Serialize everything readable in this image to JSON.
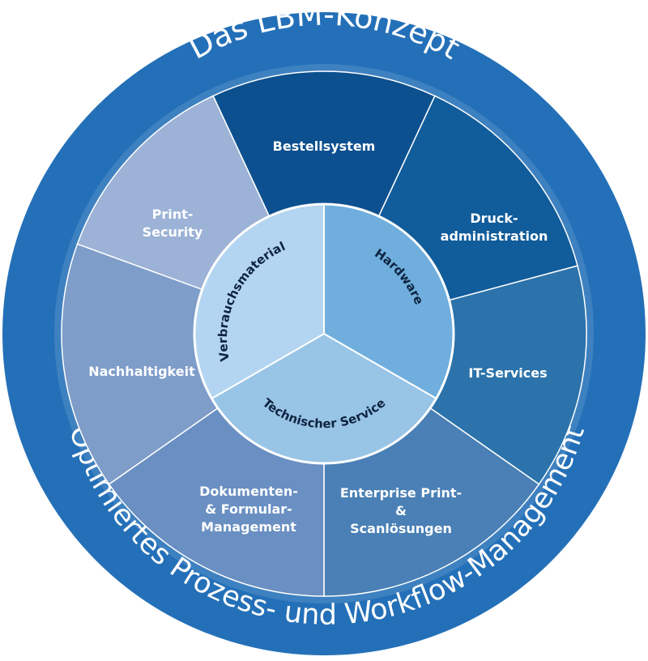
{
  "ring": {
    "top_title": "Das LBM-Konzept",
    "bottom_title": "Optimiertes Prozess- und Workflow-Management"
  },
  "segments": [
    {
      "lines": [
        "Bestellsystem"
      ],
      "color": "#0d508f"
    },
    {
      "lines": [
        "Druck-",
        "administration"
      ],
      "color": "#115c9a"
    },
    {
      "lines": [
        "IT-Services"
      ],
      "color": "#2b73aa"
    },
    {
      "lines": [
        "Enterprise Print-",
        "&",
        "Scanlösungen"
      ],
      "color": "#4a80b5"
    },
    {
      "lines": [
        "Dokumenten-",
        "& Formular-",
        "Management"
      ],
      "color": "#6a8fc2"
    },
    {
      "lines": [
        "Nachhaltigkeit"
      ],
      "color": "#7e9dc9"
    },
    {
      "lines": [
        "Print-",
        "Security"
      ],
      "color": "#9cb2d6"
    }
  ],
  "core": [
    {
      "label": "Hardware",
      "color": "#6faedd"
    },
    {
      "label": "Technischer Service",
      "color": "#98c4e6"
    },
    {
      "label": "Verbrauchsmaterial",
      "color": "#b3d5f1"
    }
  ],
  "colors": {
    "outer_ring": "#2470b8",
    "separator": "#ffffff",
    "core_label": "#0e2440"
  }
}
